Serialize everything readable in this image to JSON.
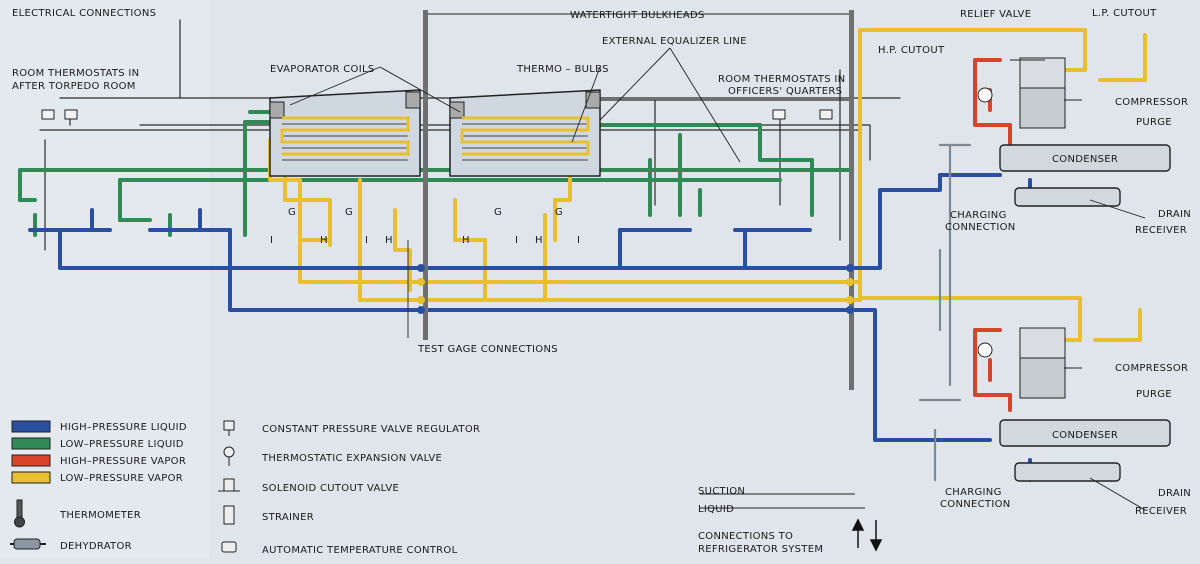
{
  "labels": {
    "electrical_connections": "ELECTRICAL CONNECTIONS",
    "room_thermostats_after_1": "ROOM THERMOSTATS IN",
    "room_thermostats_after_2": "AFTER TORPEDO ROOM",
    "evaporator_coils": "EVAPORATOR COILS",
    "watertight_bulkheads": "WATERTIGHT BULKHEADS",
    "external_equalizer": "EXTERNAL EQUALIZER LINE",
    "thermo_bulbs": "THERMO – BULBS",
    "room_thermostats_officers_1": "ROOM THERMOSTATS IN",
    "room_thermostats_officers_2": "OFFICERS' QUARTERS",
    "relief_valve": "RELIEF VALVE",
    "lp_cutout": "L.P. CUTOUT",
    "hp_cutout": "H.P. CUTOUT",
    "compressor_top": "COMPRESSOR",
    "purge_top": "PURGE",
    "condenser_top": "CONDENSER",
    "charging_top_1": "CHARGING",
    "charging_top_2": "CONNECTION",
    "drain_top": "DRAIN",
    "receiver_top": "RECEIVER",
    "test_gage": "TEST GAGE CONNECTIONS",
    "compressor_bottom": "COMPRESSOR",
    "purge_bottom": "PURGE",
    "condenser_bottom": "CONDENSER",
    "charging_bottom_1": "CHARGING",
    "charging_bottom_2": "CONNECTION",
    "drain_bottom": "DRAIN",
    "receiver_bottom": "RECEIVER",
    "suction": "SUCTION",
    "liquid": "LIQUID",
    "connections_to_1": "CONNECTIONS TO",
    "connections_to_2": "REFRIGERATOR SYSTEM",
    "valve_letters": [
      "I",
      "G",
      "H",
      "G",
      "I",
      "H",
      "H",
      "G",
      "I",
      "H",
      "G",
      "I"
    ]
  },
  "legend_colors": [
    {
      "label": "HIGH–PRESSURE LIQUID",
      "color": "#2a4fa0"
    },
    {
      "label": "LOW–PRESSURE LIQUID",
      "color": "#2f8a55"
    },
    {
      "label": "HIGH–PRESSURE VAPOR",
      "color": "#d8432a"
    },
    {
      "label": "LOW–PRESSURE VAPOR",
      "color": "#e8bf2e"
    }
  ],
  "legend_symbols": [
    {
      "label": "THERMOMETER",
      "icon": "thermometer-icon"
    },
    {
      "label": "DEHYDRATOR",
      "icon": "dehydrator-icon"
    }
  ],
  "legend_valves": [
    {
      "label": "CONSTANT PRESSURE VALVE REGULATOR",
      "icon": "pressure-regulator-icon"
    },
    {
      "label": "THERMOSTATIC EXPANSION VALVE",
      "icon": "expansion-valve-icon"
    },
    {
      "label": "SOLENOID CUTOUT VALVE",
      "icon": "solenoid-valve-icon"
    },
    {
      "label": "STRAINER",
      "icon": "strainer-icon"
    },
    {
      "label": "AUTOMATIC TEMPERATURE CONTROL",
      "icon": "temperature-control-icon"
    }
  ]
}
